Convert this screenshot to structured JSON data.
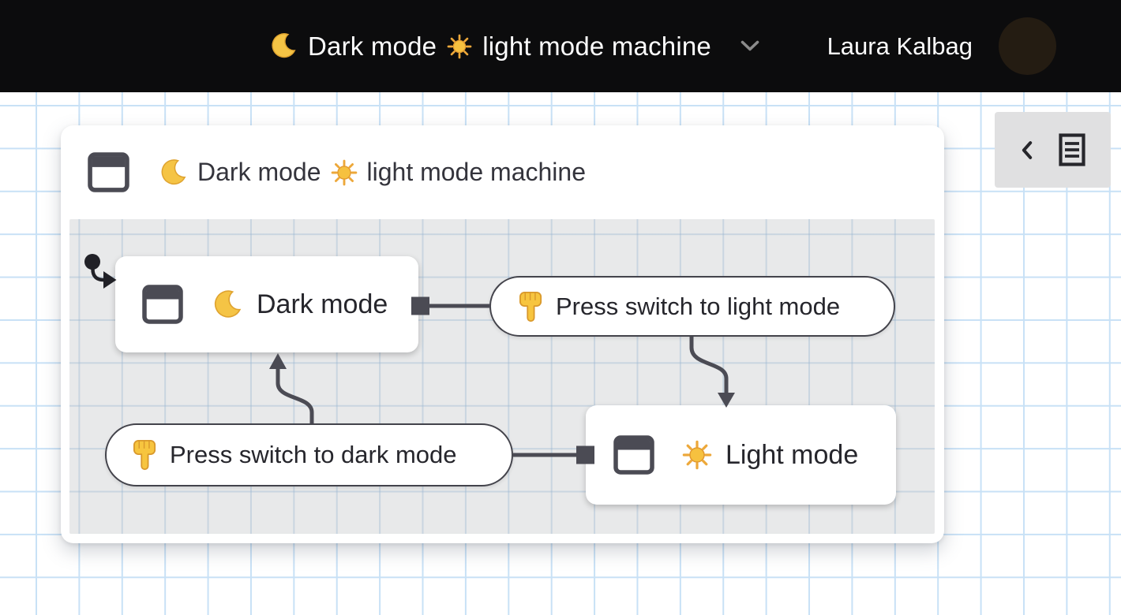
{
  "header": {
    "machine_title": {
      "part1": "Dark mode",
      "part2": "light mode machine"
    },
    "user_name": "Laura Kalbag",
    "icons": {
      "moon": "crescent-moon",
      "sun": "sun-with-rays",
      "dropdown": "chevron-down",
      "avatar": "user-photo"
    }
  },
  "machine": {
    "root": {
      "icon": "window-state-icon",
      "title_part1": "Dark mode",
      "title_part2": "light mode machine"
    },
    "states": [
      {
        "id": "dark",
        "icon": "window-state-icon",
        "emoji": "crescent-moon",
        "label": "Dark mode"
      },
      {
        "id": "light",
        "icon": "window-state-icon",
        "emoji": "sun-with-rays",
        "label": "Light mode"
      }
    ],
    "events": [
      {
        "id": "to-light",
        "emoji": "backhand-index-pointing-down",
        "label": "Press switch to light mode"
      },
      {
        "id": "to-dark",
        "emoji": "backhand-index-pointing-down",
        "label": "Press switch to dark mode"
      }
    ],
    "transitions": [
      {
        "from": "dark",
        "event": "to-light",
        "to": "light"
      },
      {
        "from": "light",
        "event": "to-dark",
        "to": "dark"
      },
      {
        "initial": "dark"
      }
    ]
  },
  "side_panel": {
    "icons": {
      "collapse": "chevron-left",
      "details": "document-lines"
    }
  },
  "colors": {
    "topbar_bg": "#0c0c0d",
    "grid_line": "#c8e1f6",
    "machine_canvas_bg": "#e8e9ea",
    "edge": "#4b4b54",
    "node_text": "#26262c",
    "emoji_gold": "#f5c445"
  }
}
